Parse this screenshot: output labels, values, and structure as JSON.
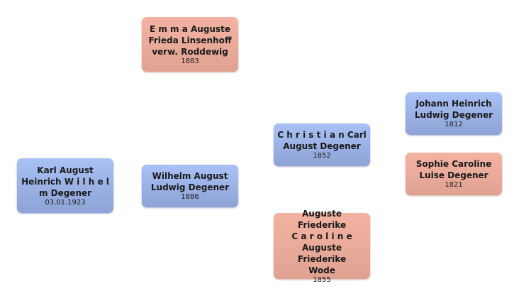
{
  "persons": {
    "subject": {
      "name": "Karl August\nHeinrich W i l h e l\nm Degener",
      "date": "03.01.1923"
    },
    "father": {
      "name": "Wilhelm August\nLudwig Degener",
      "date": "1886"
    },
    "mother": {
      "name": "E m m a Auguste\nFrieda Linsenhoff\nverw. Roddewig",
      "date": "1883"
    },
    "paternal_grandfather": {
      "name": "C h r i s t i a n Carl\nAugust Degener",
      "date": "1852"
    },
    "paternal_grandmother": {
      "name": "Auguste Friederike\nC a r o l i n e\nAuguste Friederike\nWode",
      "date": "1855"
    },
    "great_grandfather": {
      "name": "Johann Heinrich\nLudwig Degener",
      "date": "1812"
    },
    "great_grandmother": {
      "name": "Sophie Caroline\nLuise Degener",
      "date": "1821"
    }
  },
  "colors": {
    "male": "#9fb5ea",
    "female": "#eaab9a"
  }
}
